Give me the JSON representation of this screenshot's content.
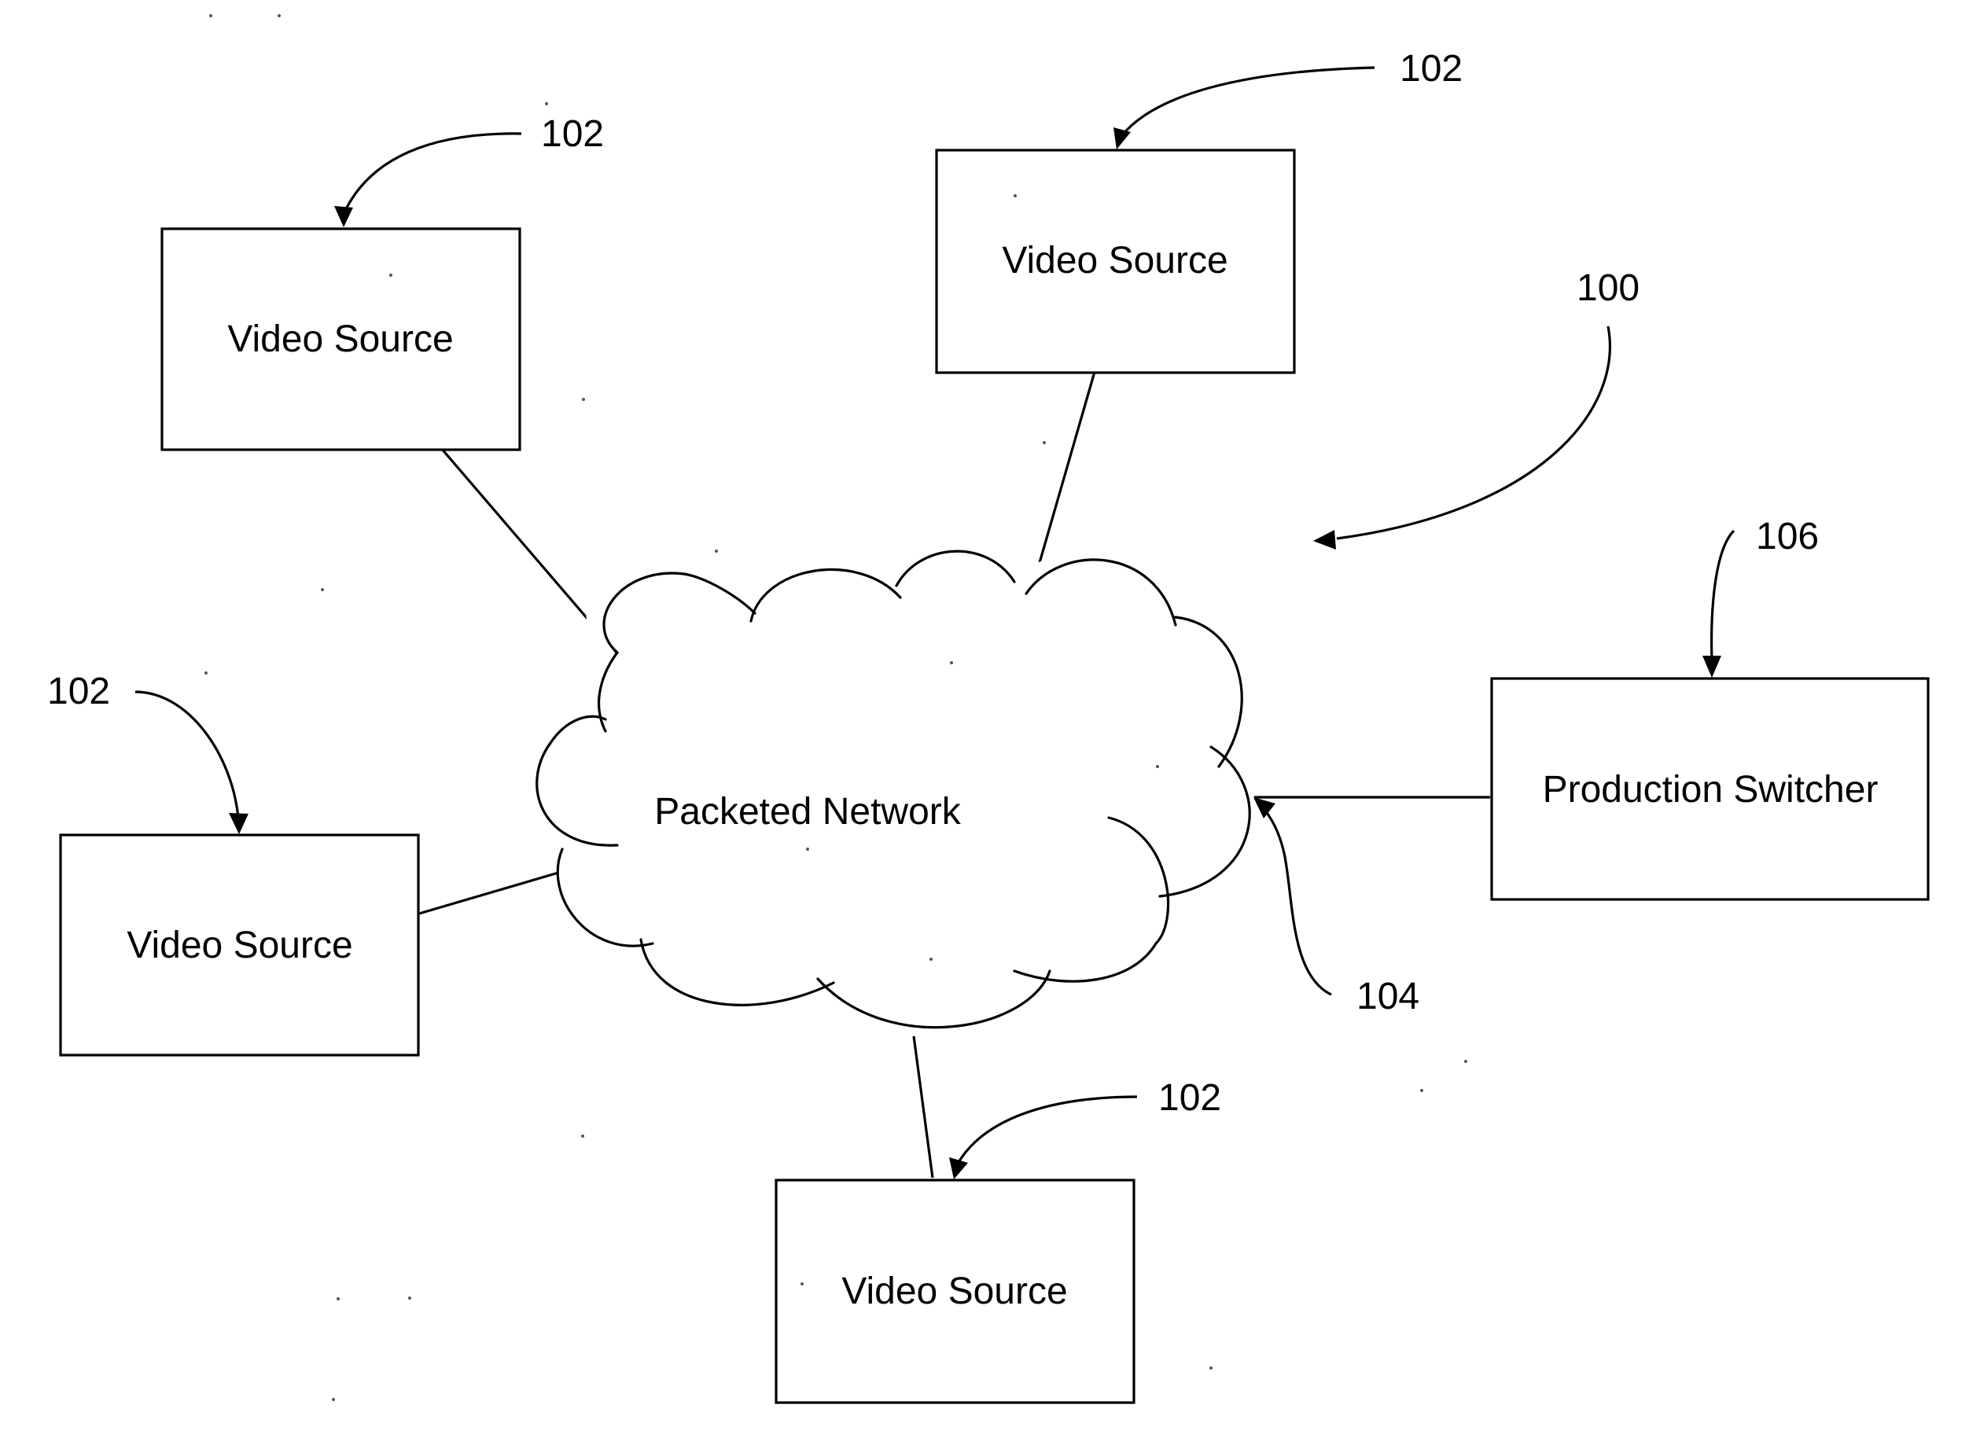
{
  "diagram": {
    "network": {
      "label": "Packeted Network",
      "ref": "104"
    },
    "system_ref": "100",
    "nodes": [
      {
        "id": "vs-top-left",
        "label": "Video Source",
        "ref": "102"
      },
      {
        "id": "vs-top-center",
        "label": "Video Source",
        "ref": "102"
      },
      {
        "id": "vs-left",
        "label": "Video Source",
        "ref": "102"
      },
      {
        "id": "vs-bottom",
        "label": "Video Source",
        "ref": "102"
      },
      {
        "id": "production-switcher",
        "label": "Production Switcher",
        "ref": "106"
      }
    ]
  }
}
